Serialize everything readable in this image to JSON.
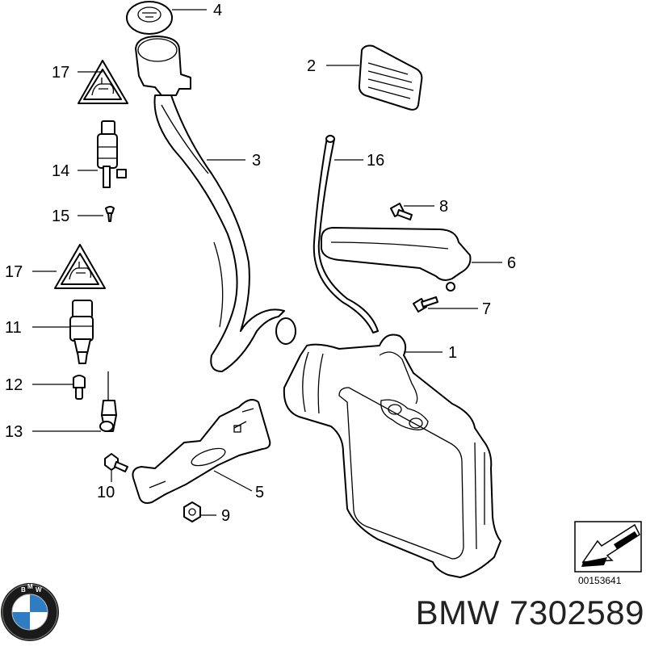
{
  "callouts": {
    "c1": "1",
    "c2": "2",
    "c3": "3",
    "c4": "4",
    "c5": "5",
    "c6": "6",
    "c7": "7",
    "c8": "8",
    "c9": "9",
    "c10": "10",
    "c11": "11",
    "c12": "12",
    "c13": "13",
    "c14": "14",
    "c15": "15",
    "c16": "16",
    "c17a": "17",
    "c17b": "17"
  },
  "reference_number": "00153641",
  "caption": "BMW 7302589",
  "logo": {
    "name": "bmw-logo",
    "lettering": "BMW",
    "colors": {
      "blue": "#2e7cc2",
      "white": "#ffffff",
      "ring": "#1a1a1a"
    }
  }
}
